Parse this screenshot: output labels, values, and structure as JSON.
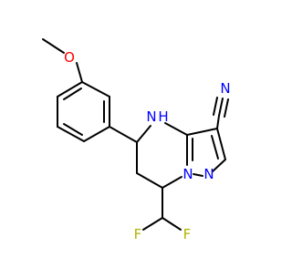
{
  "molecule": {
    "atom_labels": {
      "oxygen": "O",
      "nh": "N",
      "nh_h": "H",
      "nitrile_n": "N",
      "ring_n_bridge": "N",
      "ring_n_right": "N",
      "fluorine_left": "F",
      "fluorine_right": "F"
    },
    "colors": {
      "bond": "#000000",
      "oxygen": "#ff0000",
      "nitrogen": "#0000ff",
      "fluorine": "#b3b300"
    }
  }
}
